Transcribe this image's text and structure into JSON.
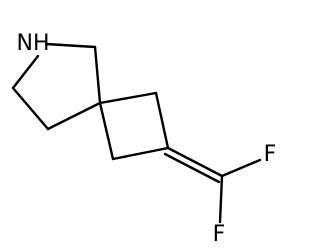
{
  "structure": {
    "atoms": {
      "nitrogen": {
        "element": "N",
        "label": "NH",
        "visible": true
      },
      "fluorine_upper": {
        "element": "F",
        "label": "F",
        "visible": true
      },
      "fluorine_lower": {
        "element": "F",
        "label": "F",
        "visible": true
      },
      "carbon_pyrrolidine_ch2_right": {
        "element": "C",
        "label": "",
        "visible": false
      },
      "carbon_pyrrolidine_ch2_left": {
        "element": "C",
        "label": "",
        "visible": false
      },
      "carbon_pyrrolidine_ch2_lower": {
        "element": "C",
        "label": "",
        "visible": false
      },
      "carbon_spiro": {
        "element": "C",
        "label": "",
        "visible": false
      },
      "carbon_cyclobutane_upper": {
        "element": "C",
        "label": "",
        "visible": false
      },
      "carbon_cyclobutane_lower": {
        "element": "C",
        "label": "",
        "visible": false
      },
      "carbon_alkene_ring": {
        "element": "C",
        "label": "",
        "visible": false
      },
      "carbon_difluoromethylene": {
        "element": "C",
        "label": "",
        "visible": false
      }
    },
    "bonds": [
      {
        "from": "nitrogen",
        "to": "carbon_pyrrolidine_ch2_right",
        "order": 1
      },
      {
        "from": "nitrogen",
        "to": "carbon_pyrrolidine_ch2_left",
        "order": 1
      },
      {
        "from": "carbon_pyrrolidine_ch2_left",
        "to": "carbon_pyrrolidine_ch2_lower",
        "order": 1
      },
      {
        "from": "carbon_pyrrolidine_ch2_lower",
        "to": "carbon_spiro",
        "order": 1
      },
      {
        "from": "carbon_pyrrolidine_ch2_right",
        "to": "carbon_spiro",
        "order": 1
      },
      {
        "from": "carbon_spiro",
        "to": "carbon_cyclobutane_upper",
        "order": 1
      },
      {
        "from": "carbon_spiro",
        "to": "carbon_cyclobutane_lower",
        "order": 1
      },
      {
        "from": "carbon_cyclobutane_upper",
        "to": "carbon_alkene_ring",
        "order": 1
      },
      {
        "from": "carbon_cyclobutane_lower",
        "to": "carbon_alkene_ring",
        "order": 1
      },
      {
        "from": "carbon_alkene_ring",
        "to": "carbon_difluoromethylene",
        "order": 2
      },
      {
        "from": "carbon_difluoromethylene",
        "to": "fluorine_upper",
        "order": 1
      },
      {
        "from": "carbon_difluoromethylene",
        "to": "fluorine_lower",
        "order": 1
      }
    ]
  }
}
